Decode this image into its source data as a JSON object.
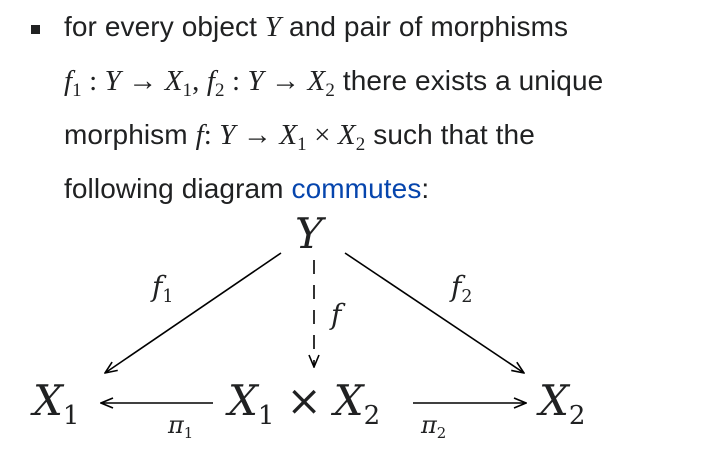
{
  "text": {
    "line1_prefix": "for every object ",
    "Y": "Y",
    "line1_suffix": " and pair of morphisms",
    "f": "f",
    "one": "1",
    "two": "2",
    "colon": " : ",
    "colon2": ": ",
    "arrow": " → ",
    "X": "X",
    "comma": ", ",
    "line2_suffix": " there exists a unique",
    "line3_prefix": "morphism ",
    "times": " × ",
    "line3_suffix": " such that the",
    "line4_prefix": "following diagram ",
    "link_commutes": "commutes",
    "line4_suffix": ":"
  },
  "diagram": {
    "top_object": "Y",
    "left_object": "X",
    "left_object_sub": "1",
    "middle_object_a": "X",
    "middle_object_a_sub": "1",
    "middle_times": "×",
    "middle_object_b": "X",
    "middle_object_b_sub": "2",
    "right_object": "X",
    "right_object_sub": "2",
    "label_f1": "f",
    "label_f1_sub": "1",
    "label_f2": "f",
    "label_f2_sub": "2",
    "label_f": "f",
    "label_pi1": "π",
    "label_pi1_sub": "1",
    "label_pi2": "π",
    "label_pi2_sub": "2"
  },
  "colors": {
    "text": "#202122",
    "link": "#0645ad"
  }
}
